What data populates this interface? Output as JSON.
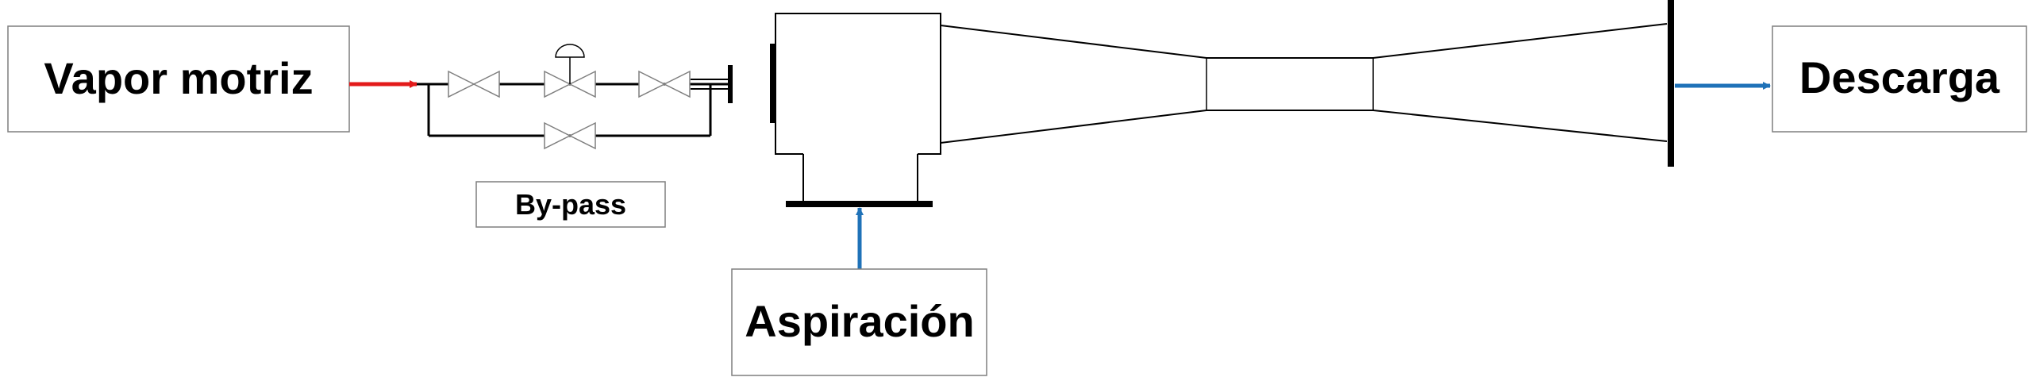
{
  "labels": {
    "motive_steam": "Vapor motriz",
    "discharge": "Descarga",
    "bypass": "By-pass",
    "suction": "Aspiración"
  },
  "colors": {
    "motive_arrow": "#e31b1b",
    "flow_arrow": "#1f72b8",
    "box_border": "#7f7f7f",
    "line": "#000000"
  },
  "icons": {
    "valve": "gate-valve-icon",
    "control_valve": "control-valve-icon"
  }
}
